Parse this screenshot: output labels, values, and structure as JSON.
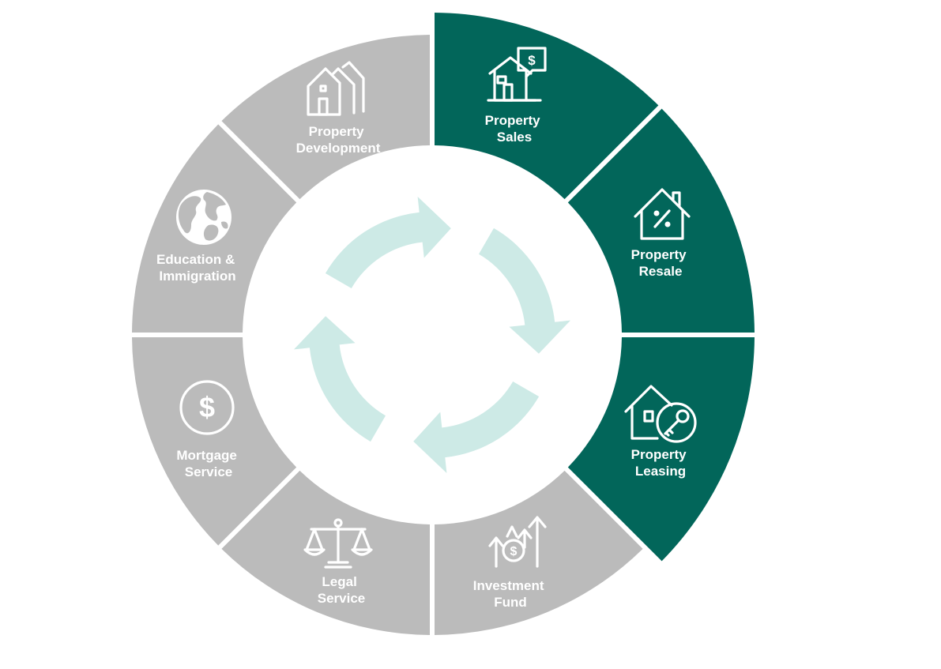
{
  "colors": {
    "active": "#02665a",
    "inactive": "#bbbbbb",
    "cycle_arrow": "#cdeae6",
    "label": "#ffffff"
  },
  "segments": [
    {
      "id": "property-sales",
      "line1": "Property",
      "line2": "Sales",
      "state": "active",
      "icon": "house-dollar-bubble-icon"
    },
    {
      "id": "property-resale",
      "line1": "Property",
      "line2": "Resale",
      "state": "active",
      "icon": "house-percent-icon"
    },
    {
      "id": "property-leasing",
      "line1": "Property",
      "line2": "Leasing",
      "state": "active",
      "icon": "house-key-icon"
    },
    {
      "id": "investment-fund",
      "line1": "Investment",
      "line2": "Fund",
      "state": "inactive",
      "icon": "coin-growth-arrows-icon"
    },
    {
      "id": "legal-service",
      "line1": "Legal",
      "line2": "Service",
      "state": "inactive",
      "icon": "scales-icon"
    },
    {
      "id": "mortgage-service",
      "line1": "Mortgage",
      "line2": "Service",
      "state": "inactive",
      "icon": "dollar-circle-icon"
    },
    {
      "id": "education-immigration",
      "line1": "Education &",
      "line2": "Immigration",
      "state": "inactive",
      "icon": "globe-icon"
    },
    {
      "id": "property-development",
      "line1": "Property",
      "line2": "Development",
      "state": "inactive",
      "icon": "buildings-icon"
    }
  ]
}
